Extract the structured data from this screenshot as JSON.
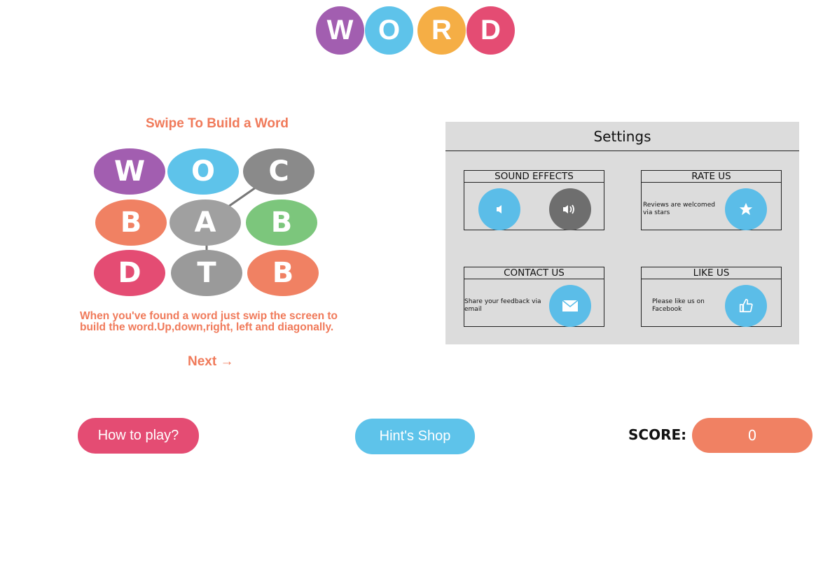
{
  "logo": {
    "letters": [
      "W",
      "O",
      "R",
      "D"
    ],
    "colors": [
      "#a25eb0",
      "#5ec3ea",
      "#f5ae45",
      "#e44c73"
    ]
  },
  "tutorial": {
    "title": "Swipe To Build a Word",
    "tiles": [
      "W",
      "O",
      "C",
      "B",
      "A",
      "B",
      "D",
      "T",
      "B"
    ],
    "tile_colors": [
      "#a25eb0",
      "#5ec3ea",
      "#8a8a8a",
      "#f08163",
      "#a0a0a0",
      "#7cc67c",
      "#e44c73",
      "#9a9a9a",
      "#f08163"
    ],
    "description": "When you've found a word just swip the screen to build the word.Up,down,right, left and diagonally.",
    "next_label": "Next →"
  },
  "settings": {
    "title": "Settings",
    "sound": {
      "title": "SOUND EFFECTS"
    },
    "rate": {
      "title": "RATE US",
      "text": "Reviews are welcomed via stars"
    },
    "contact": {
      "title": "CONTACT US",
      "text": "Share your feedback via email"
    },
    "like": {
      "title": "LIKE US",
      "text": "Please like us on Facebook"
    }
  },
  "bottom": {
    "how_to_play": "How to play?",
    "hints_shop": "Hint's Shop",
    "score_label": "SCORE:",
    "score_value": "0"
  }
}
